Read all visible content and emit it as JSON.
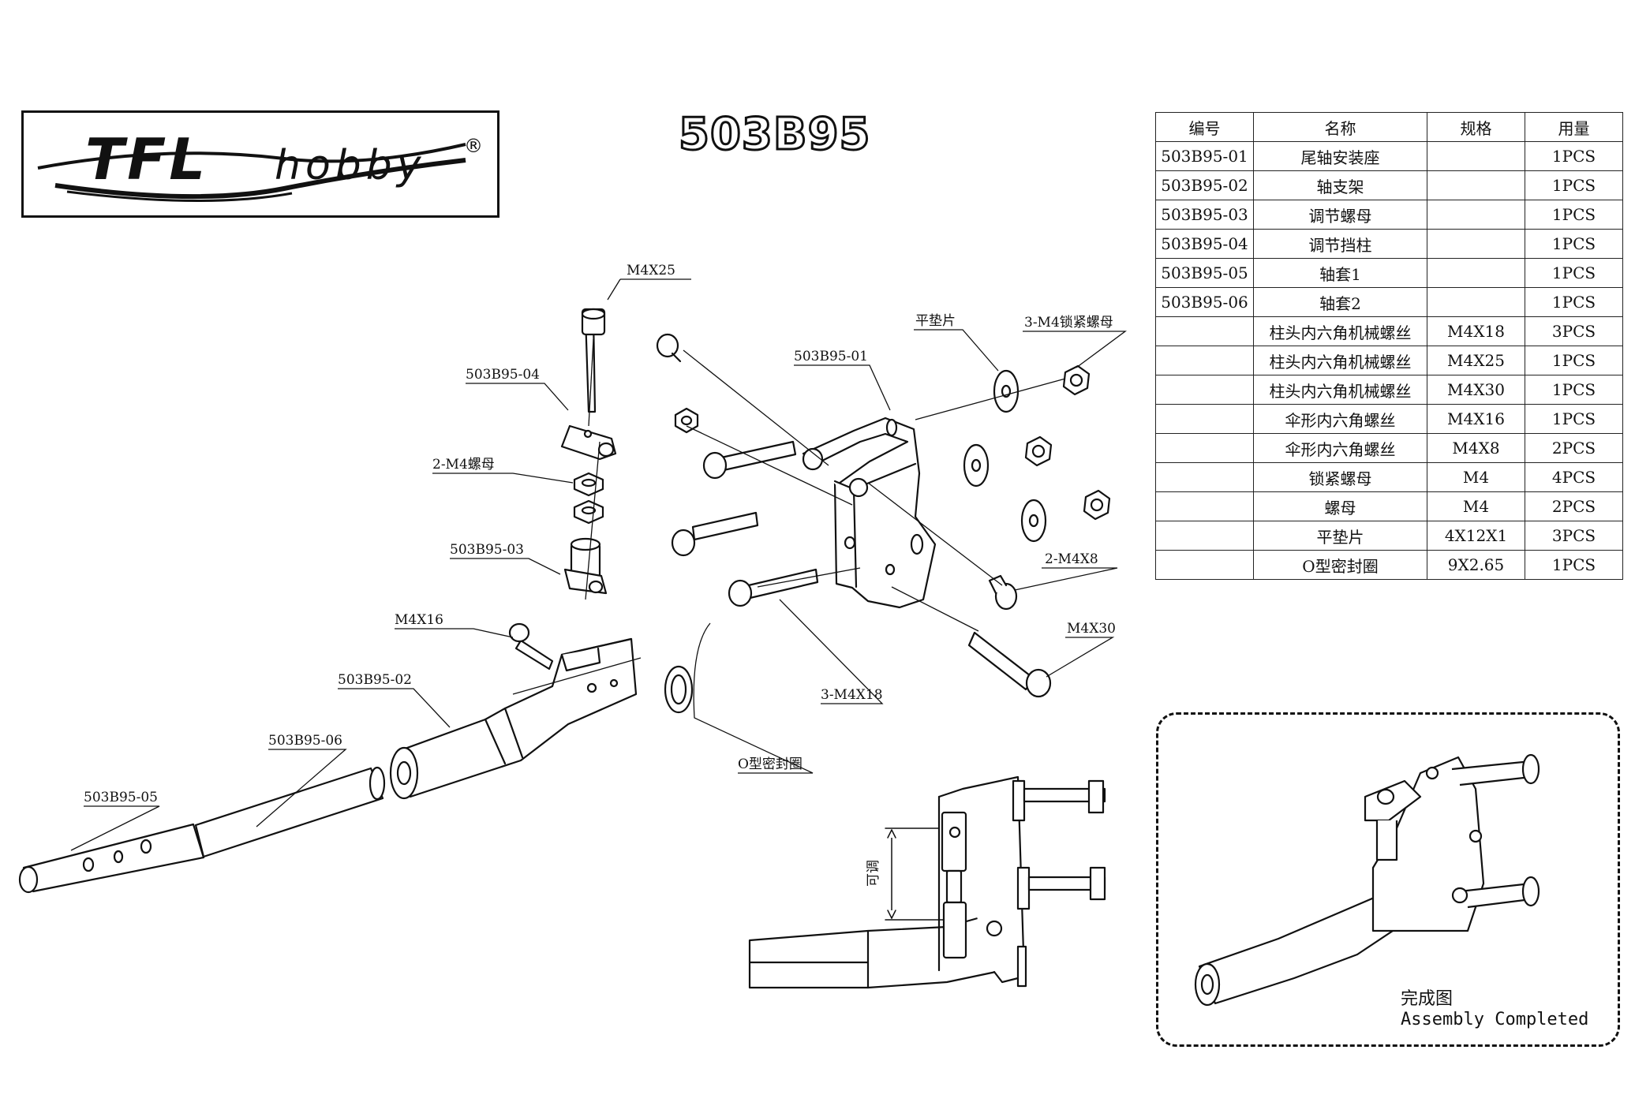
{
  "header": {
    "model_code": "503B95",
    "logo_main": "TFL",
    "logo_sub": "hobby",
    "logo_mark": "®"
  },
  "table": {
    "headers": [
      "编号",
      "名称",
      "规格",
      "用量"
    ],
    "rows": [
      [
        "503B95-01",
        "尾轴安装座",
        "",
        "1PCS"
      ],
      [
        "503B95-02",
        "轴支架",
        "",
        "1PCS"
      ],
      [
        "503B95-03",
        "调节螺母",
        "",
        "1PCS"
      ],
      [
        "503B95-04",
        "调节挡柱",
        "",
        "1PCS"
      ],
      [
        "503B95-05",
        "轴套1",
        "",
        "1PCS"
      ],
      [
        "503B95-06",
        "轴套2",
        "",
        "1PCS"
      ],
      [
        "",
        "柱头内六角机械螺丝",
        "M4X18",
        "3PCS"
      ],
      [
        "",
        "柱头内六角机械螺丝",
        "M4X25",
        "1PCS"
      ],
      [
        "",
        "柱头内六角机械螺丝",
        "M4X30",
        "1PCS"
      ],
      [
        "",
        "伞形内六角螺丝",
        "M4X16",
        "1PCS"
      ],
      [
        "",
        "伞形内六角螺丝",
        "M4X8",
        "2PCS"
      ],
      [
        "",
        "锁紧螺母",
        "M4",
        "4PCS"
      ],
      [
        "",
        "螺母",
        "M4",
        "2PCS"
      ],
      [
        "",
        "平垫片",
        "4X12X1",
        "3PCS"
      ],
      [
        "",
        "O型密封圈",
        "9X2.65",
        "1PCS"
      ]
    ]
  },
  "callouts": {
    "m4x25": "M4X25",
    "p04": "503B95-04",
    "nut2": "2-M4螺母",
    "p03": "503B95-03",
    "m4x16": "M4X16",
    "p02": "503B95-02",
    "p06": "503B95-06",
    "p05": "503B95-05",
    "p01": "503B95-01",
    "washer": "平垫片",
    "locknut3": "3-M4锁紧螺母",
    "m4x8": "2-M4X8",
    "m4x30": "M4X30",
    "m4x18": "3-M4X18",
    "oring": "O型密封圈",
    "adjust": "可调"
  },
  "assembly": {
    "title_cn": "完成图",
    "title_en": "Assembly Completed"
  }
}
